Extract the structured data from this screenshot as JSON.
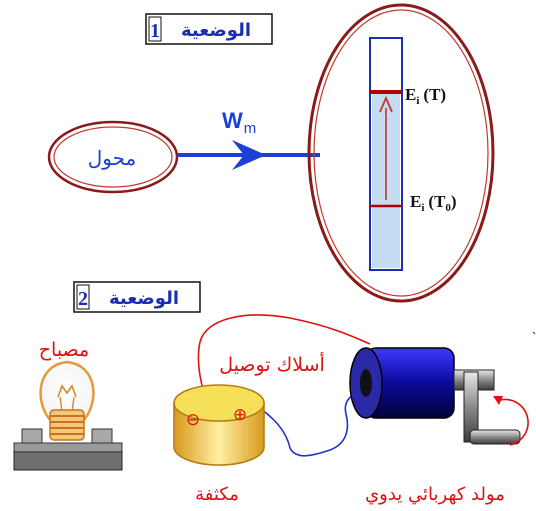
{
  "situation1": {
    "label": "الوضعية",
    "number": "1",
    "converter_label": "محول",
    "work_symbol": "W",
    "work_subscript": "m",
    "energy_top": {
      "E": "E",
      "sub": "i",
      "arg": "(T)"
    },
    "energy_bottom": {
      "E": "E",
      "sub": "i",
      "arg_open": "(T",
      "arg_sub": "0",
      "arg_close": ")"
    }
  },
  "situation2": {
    "label": "الوضعية",
    "number": "2",
    "lamp_label": "مصباح",
    "wires_label": "أسلاك توصيل",
    "capacitor_label": "مكثفة",
    "generator_label": "مولد كهربائي يدوي",
    "minus_sign": "⊖",
    "plus_sign": "⊕"
  },
  "colors": {
    "ellipse_stroke": "#8b1a1a",
    "arrow_blue": "#1c3fd4",
    "label_red": "#e01010",
    "thermometer_fill": "#c6dcf2",
    "thermometer_stroke": "#1a2fb0"
  }
}
